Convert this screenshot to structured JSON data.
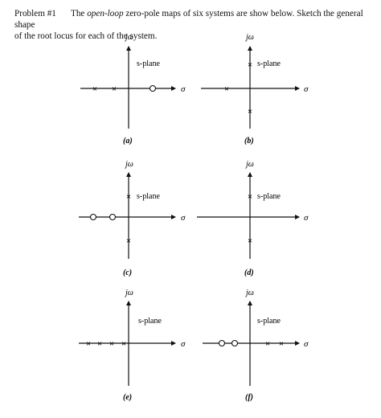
{
  "problem": {
    "number": "Problem #1",
    "lead": "The ",
    "emph": "open-loop",
    "rest_line1": " zero-pole maps of six systems are show below. Sketch the general shape",
    "line2": "of the root locus for each of the system."
  },
  "axis_labels": {
    "imag": "jω",
    "real": "σ"
  },
  "plots": [
    {
      "label": "(a)",
      "plane_label": "s-plane"
    },
    {
      "label": "(b)",
      "plane_label": "s-plane"
    },
    {
      "label": "(c)",
      "plane_label": "s-plane"
    },
    {
      "label": "(d)",
      "plane_label": "s-plane"
    },
    {
      "label": "(e)",
      "plane_label": "s-plane"
    },
    {
      "label": "(f)",
      "plane_label": "s-plane"
    }
  ]
}
